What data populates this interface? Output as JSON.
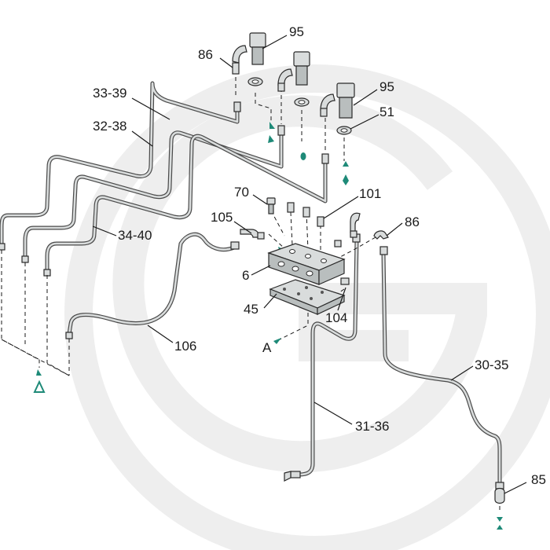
{
  "diagram": {
    "brand_color": "#1e8a78",
    "watermark": "Granit logo",
    "callouts": {
      "c95a": "95",
      "c95b": "95",
      "c86a": "86",
      "c86b": "86",
      "c51": "51",
      "c33_39": "33-39",
      "c32_38": "32-38",
      "c70": "70",
      "c101": "101",
      "c105": "105",
      "c34_40": "34-40",
      "c6": "6",
      "c45": "45",
      "c104": "104",
      "c106": "106",
      "cA": "A",
      "c30_35": "30-35",
      "c31_36": "31-36",
      "c85": "85"
    }
  }
}
